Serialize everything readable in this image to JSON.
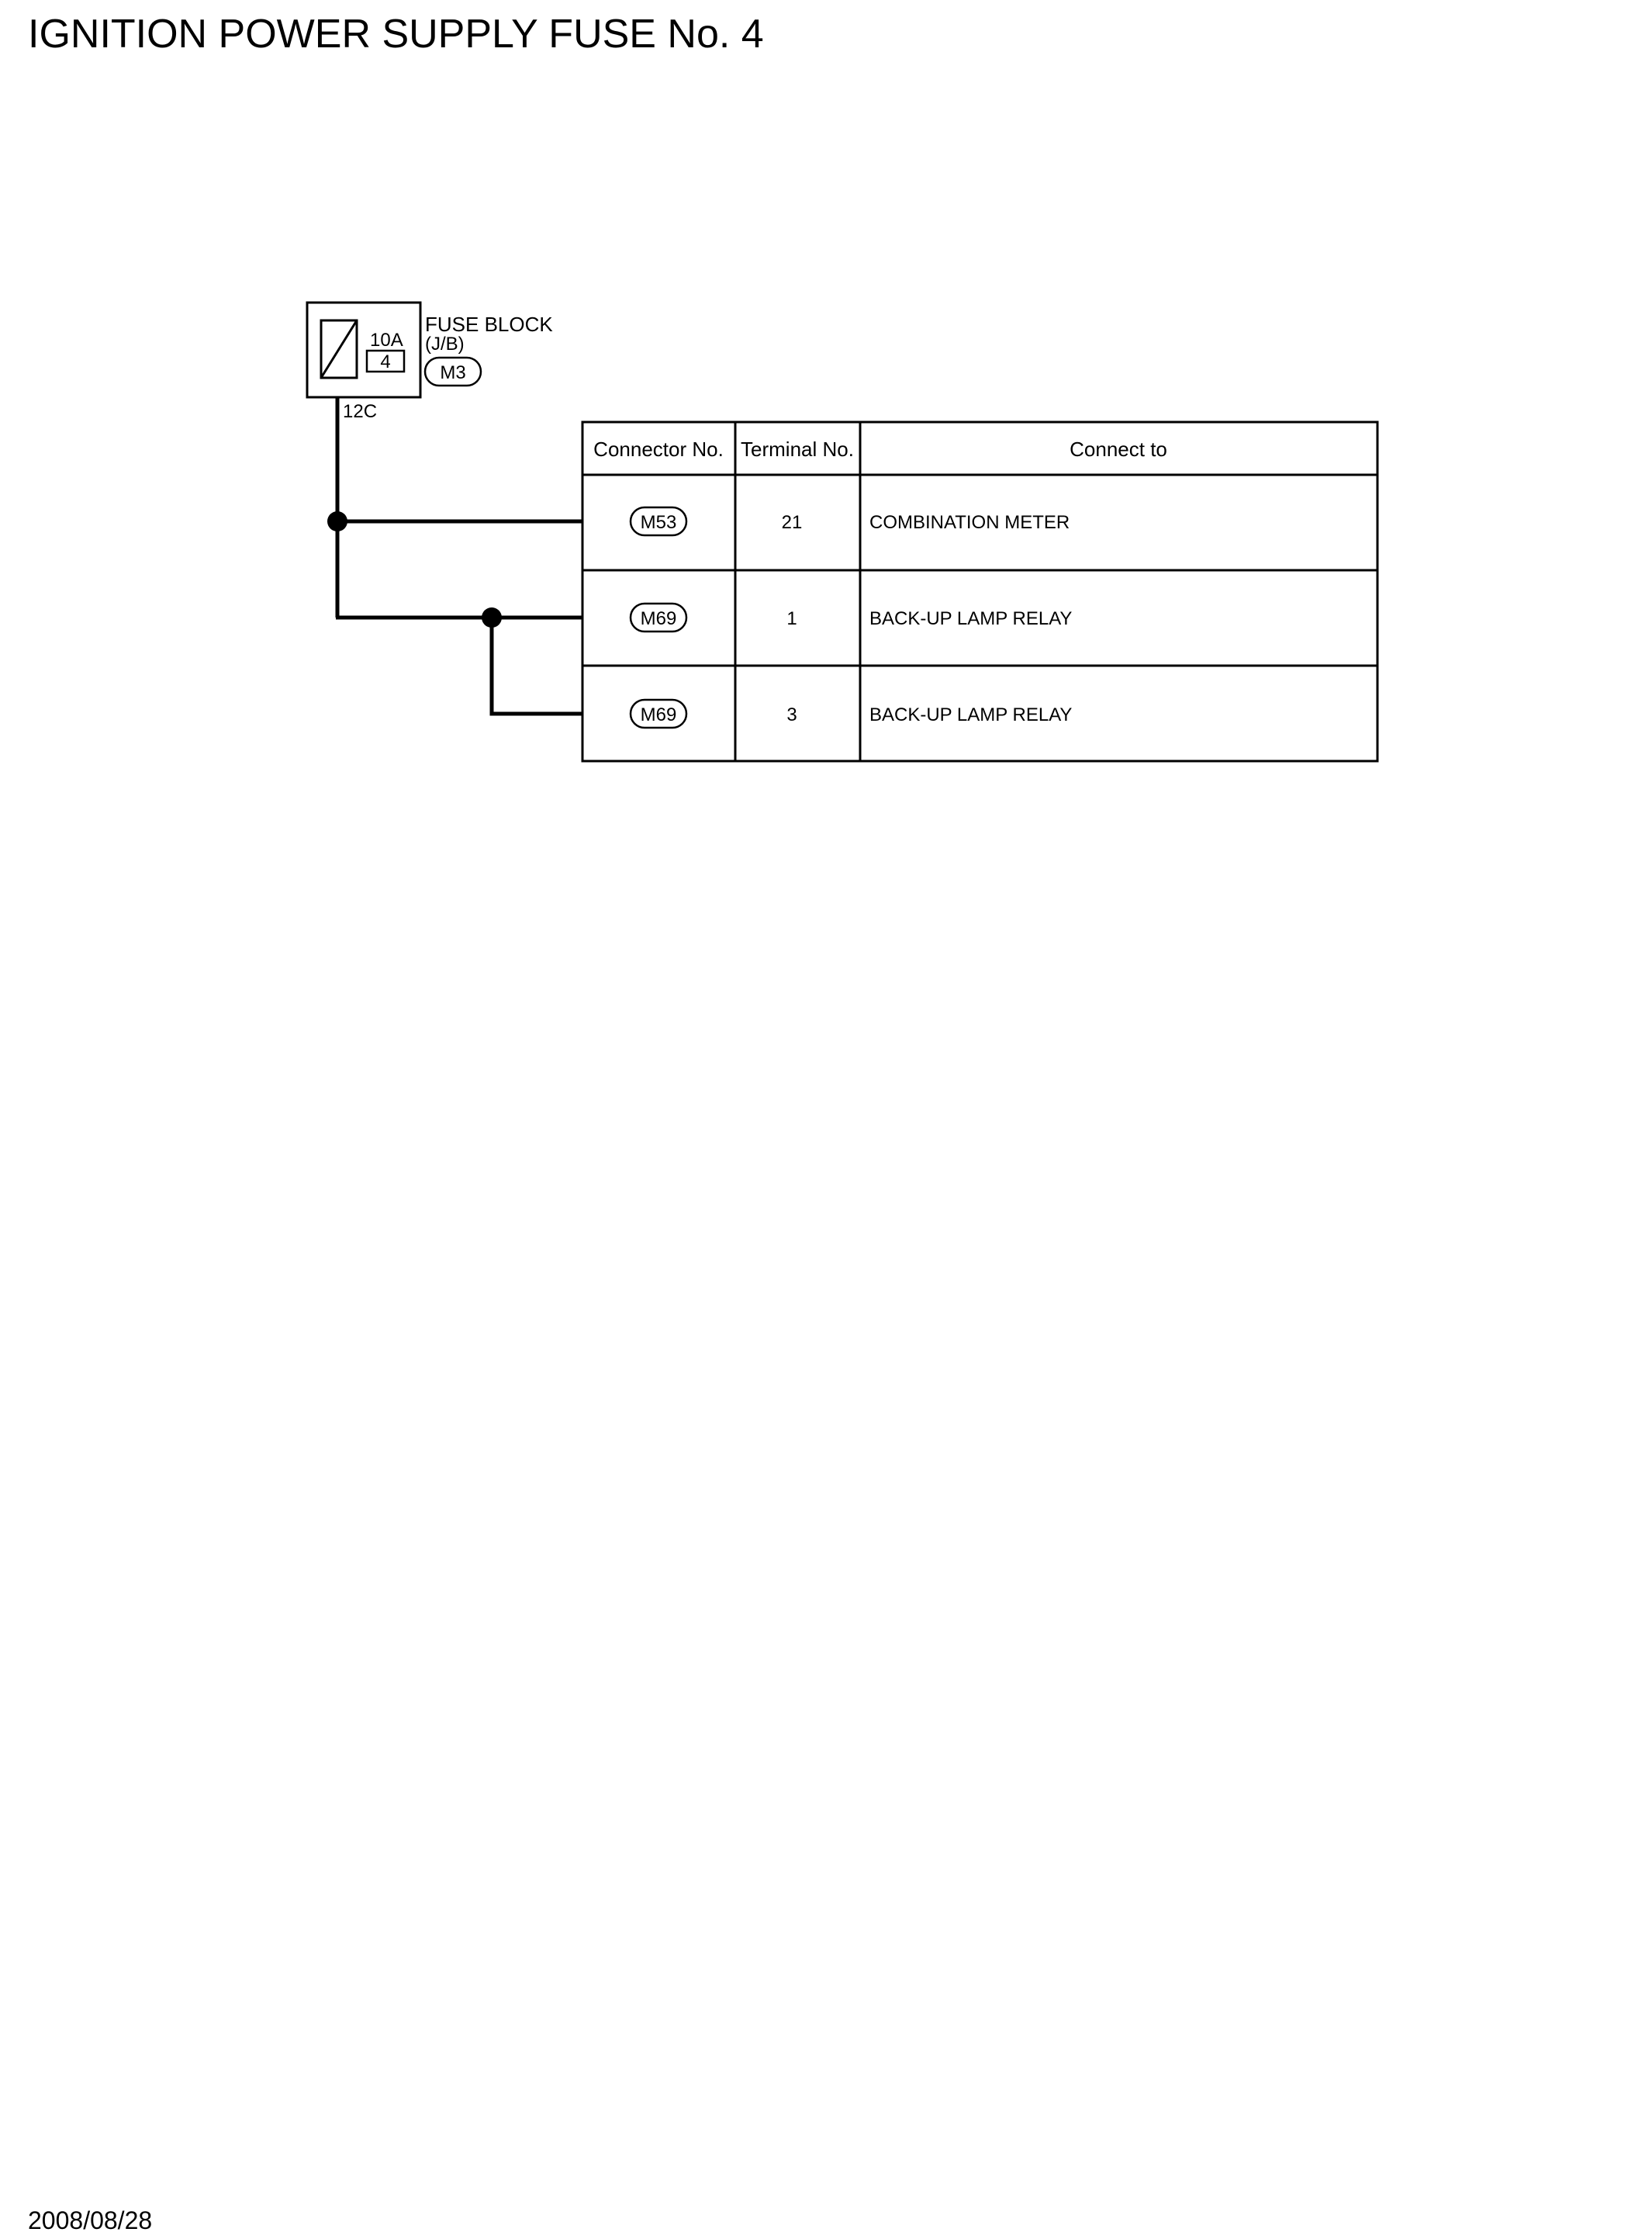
{
  "title": "IGNITION POWER SUPPLY FUSE No. 4",
  "date": "2008/08/28",
  "fuse": {
    "rating": "10A",
    "number": "4",
    "block_name": "FUSE BLOCK",
    "block_sub": "(J/B)",
    "connector": "M3",
    "terminal": "12C"
  },
  "table": {
    "headers": [
      "Connector No.",
      "Terminal No.",
      "Connect to"
    ],
    "rows": [
      {
        "connector": "M53",
        "terminal": "21",
        "connect_to": "COMBINATION METER"
      },
      {
        "connector": "M69",
        "terminal": "1",
        "connect_to": "BACK-UP LAMP RELAY"
      },
      {
        "connector": "M69",
        "terminal": "3",
        "connect_to": "BACK-UP LAMP RELAY"
      }
    ]
  }
}
